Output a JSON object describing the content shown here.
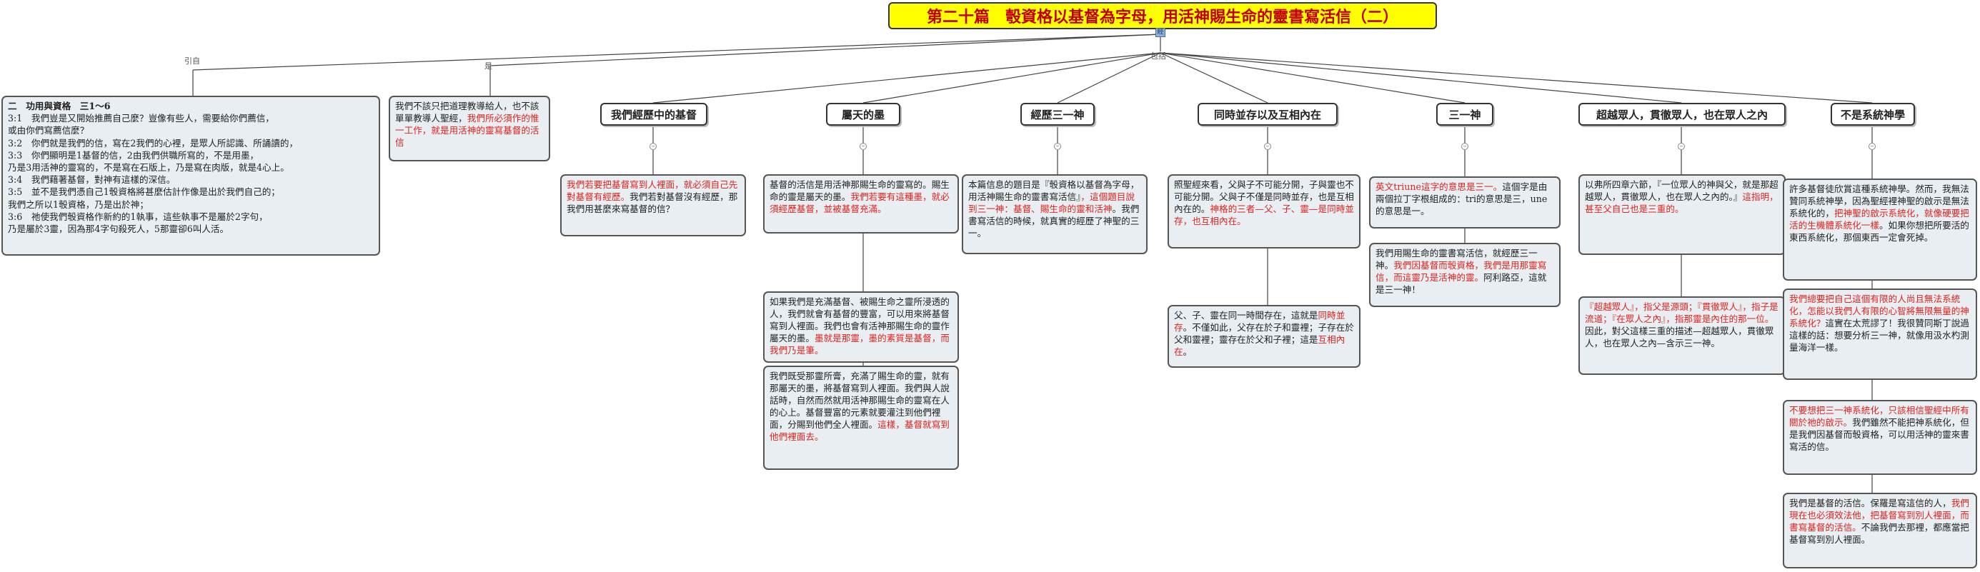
{
  "title": "第二十篇　彀資格以基督為字母，用活神賜生命的靈書寫活信（二）",
  "hub_label": "經",
  "branch_labels": {
    "quote": "引自",
    "main": "是",
    "include": "包括"
  },
  "scripture": {
    "heading": "二　功用與資格　三1～6",
    "lines": [
      "3:1　我們豈是又開始推薦自己麼？豈像有些人，需要給你們薦信，",
      "或由你們寫薦信麼？",
      "3:2　你們就是我們的信，寫在2我們的心裡，是眾人所認識、所誦讀的，",
      "3:3　你們顯明是1基督的信，2由我們供職所寫的，不是用墨，",
      "乃是3用活神的靈寫的，不是寫在石版上，乃是寫在肉版，就是4心上。",
      "3:4　我們藉著基督，對神有這樣的深信。",
      "3:5　並不是我們憑自己1彀資格將甚麼估計作像是出於我們自己的；",
      "我們之所以1彀資格，乃是出於神；",
      "3:6　祂使我們彀資格作新約的1執事，這些執事不是屬於2字句，",
      "乃是屬於3靈，因為那4字句殺死人，5那靈卻6叫人活。"
    ]
  },
  "main_note": {
    "black": "我們不該只把道理教導給人，也不該單單教導人聖經，",
    "red": "我們所必須作的惟一工作，就是用活神的靈寫基督的活信"
  },
  "categories": [
    {
      "label": "我們經歷中的基督"
    },
    {
      "label": "屬天的墨"
    },
    {
      "label": "經歷三一神"
    },
    {
      "label": "同時並存以及互相內在"
    },
    {
      "label": "三一神"
    },
    {
      "label": "超越眾人，貫徹眾人，也在眾人之內"
    },
    {
      "label": "不是系統神學"
    }
  ],
  "notes": {
    "experience": {
      "red": "我們若要把基督寫到人裡面，就必須自己先對基督有經歷。",
      "black": "我們若對基督沒有經歷，那我們用甚麼來寫基督的信？"
    },
    "ink1": {
      "black": "基督的活信是用活神那賜生命的靈寫的。賜生命的靈是屬天的墨。",
      "red": "我們若要有這種墨，就必須經歷基督，並被基督充滿。"
    },
    "ink2": {
      "black": "如果我們是充滿基督、被賜生命之靈所浸透的人，我們就會有基督的豐富，可以用來將基督寫到人裡面。我們也會有活神那賜生命的靈作屬天的墨。",
      "red": "墨就是那靈，墨的素質是基督，而我們乃是筆。"
    },
    "ink3": {
      "black": "我們既受那靈所膏，充滿了賜生命的靈，就有那屬天的墨，將基督寫到人裡面。我們與人說話時，自然而然就用活神那賜生命的靈寫在人的心上。基督豐富的元素就要灌注到他們裡面，分賜到他們全人裡面。",
      "red": "這樣，基督就寫到他們裡面去。"
    },
    "triune_exp": {
      "black1": "本篇信息的題目是『彀資格以基督為字母，用活神賜生命的靈書寫活信』",
      "red": "，這個題目說到三一神：基督、賜生命的靈和活神",
      "black2": "。我們書寫活信的時候，就真實的經歷了神聖的三一。"
    },
    "coexist1": {
      "black": "照聖經來看，父與子不可能分開，子與靈也不可能分開。父與子不僅是同時並存，也是互相內在的。",
      "red": "神格的三者—父、子、靈—是同時並存，也互相內在。"
    },
    "coexist2": {
      "black1": "父、子、靈在同一時間存在，這就是",
      "red1": "同時並存",
      "black2": "。不僅如此，父存在於子和靈裡；子存在於父和靈裡；靈存在於父和子裡；這是",
      "red2": "互相內在",
      "black3": "。"
    },
    "triune1": {
      "red": "英文triune這字的意思是三一。",
      "black": "這個字是由兩個拉丁字根組成的：tri的意思是三，une的意思是一。"
    },
    "triune2": {
      "black1": "我們用賜生命的靈書寫活信，就經歷三一神。",
      "red": "我們因基督而彀資格，我們是用那靈寫信，而這靈乃是活神的靈。",
      "black2": "阿利路亞，這就是三一神！"
    },
    "transcend1": {
      "black": "以弗所四章六節，『一位眾人的神與父，就是那超越眾人，貫徹眾人，也在眾人之內的。』",
      "red": "這指明，甚至父自己也是三重的。"
    },
    "transcend2": {
      "red": "『超越眾人』，指父是源頭；『貫徹眾人』，指子是流道；『在眾人之內』，指那靈是內住的那一位。",
      "black": "因此，對父這樣三重的描述—超越眾人，貫徹眾人，也在眾人之內—含示三一神。"
    },
    "systematic1": {
      "black1": "許多基督徒欣賞這種系統神學。然而，我無法贊同系統神學，因為聖經裡神聖的啟示是無法系統化的，",
      "red": "把神聖的啟示系統化，就像硬要把活的生機體系統化一樣",
      "black2": "。如果你想把所要活的東西系統化，那個東西一定會死掉。"
    },
    "systematic2": {
      "red": "我們總要把自己這個有限的人尚且無法系統化，怎能以我們人有限的心智將無限無量的神系統化？",
      "black": "這實在太荒謬了！我很贊同斯丁說過這樣的話：想要分析三一神，就像用汲水杓測量海洋一樣。"
    },
    "systematic3": {
      "red": "不要想把三一神系統化，只該相信聖經中所有關於祂的啟示。",
      "black": "我們雖然不能把神系統化，但是我們因基督而彀資格，可以用活神的靈來書寫活的信。"
    },
    "systematic4": {
      "black1": "我們是基督的活信。保羅是寫這信的人，",
      "red": "我們現在也必須效法他，把基督寫到別人裡面，而書寫基督的活信。",
      "black2": "不論我們去那裡，都應當把基督寫到別人裡面。"
    }
  }
}
